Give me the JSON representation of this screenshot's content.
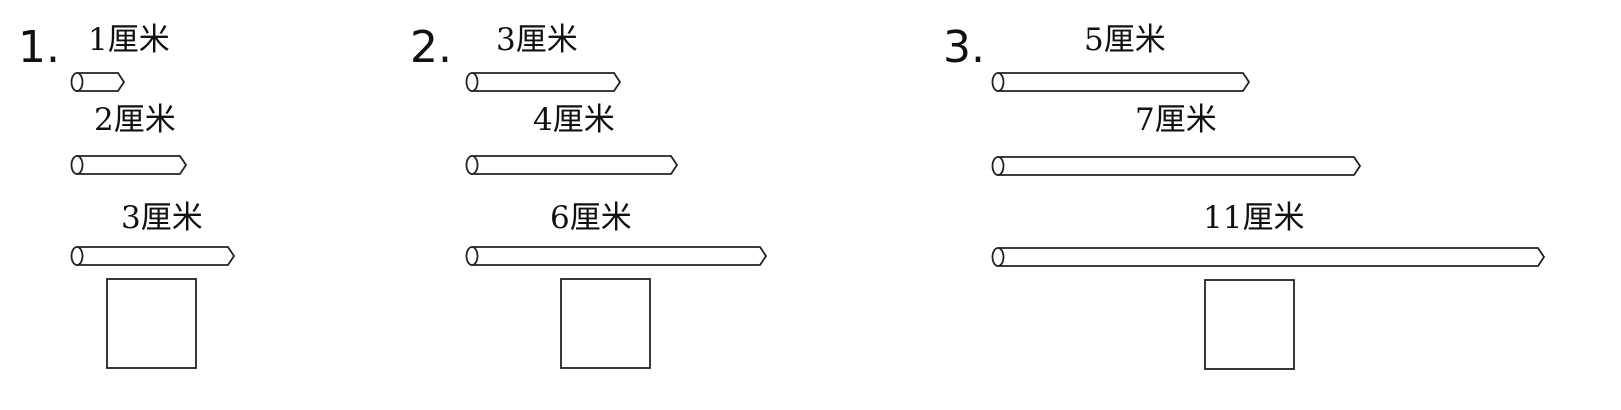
{
  "problems": [
    {
      "number": "1.",
      "sticks": [
        {
          "label": "1厘米",
          "length_cm": 1
        },
        {
          "label": "2厘米",
          "length_cm": 2
        },
        {
          "label": "3厘米",
          "length_cm": 3
        }
      ],
      "answer": ""
    },
    {
      "number": "2.",
      "sticks": [
        {
          "label": "3厘米",
          "length_cm": 3
        },
        {
          "label": "4厘米",
          "length_cm": 4
        },
        {
          "label": "6厘米",
          "length_cm": 6
        }
      ],
      "answer": ""
    },
    {
      "number": "3.",
      "sticks": [
        {
          "label": "5厘米",
          "length_cm": 5
        },
        {
          "label": "7厘米",
          "length_cm": 7
        },
        {
          "label": "11厘米",
          "length_cm": 11
        }
      ],
      "answer": ""
    }
  ],
  "colors": {
    "ink": "#111111",
    "stroke": "#222222",
    "paper": "#ffffff"
  }
}
